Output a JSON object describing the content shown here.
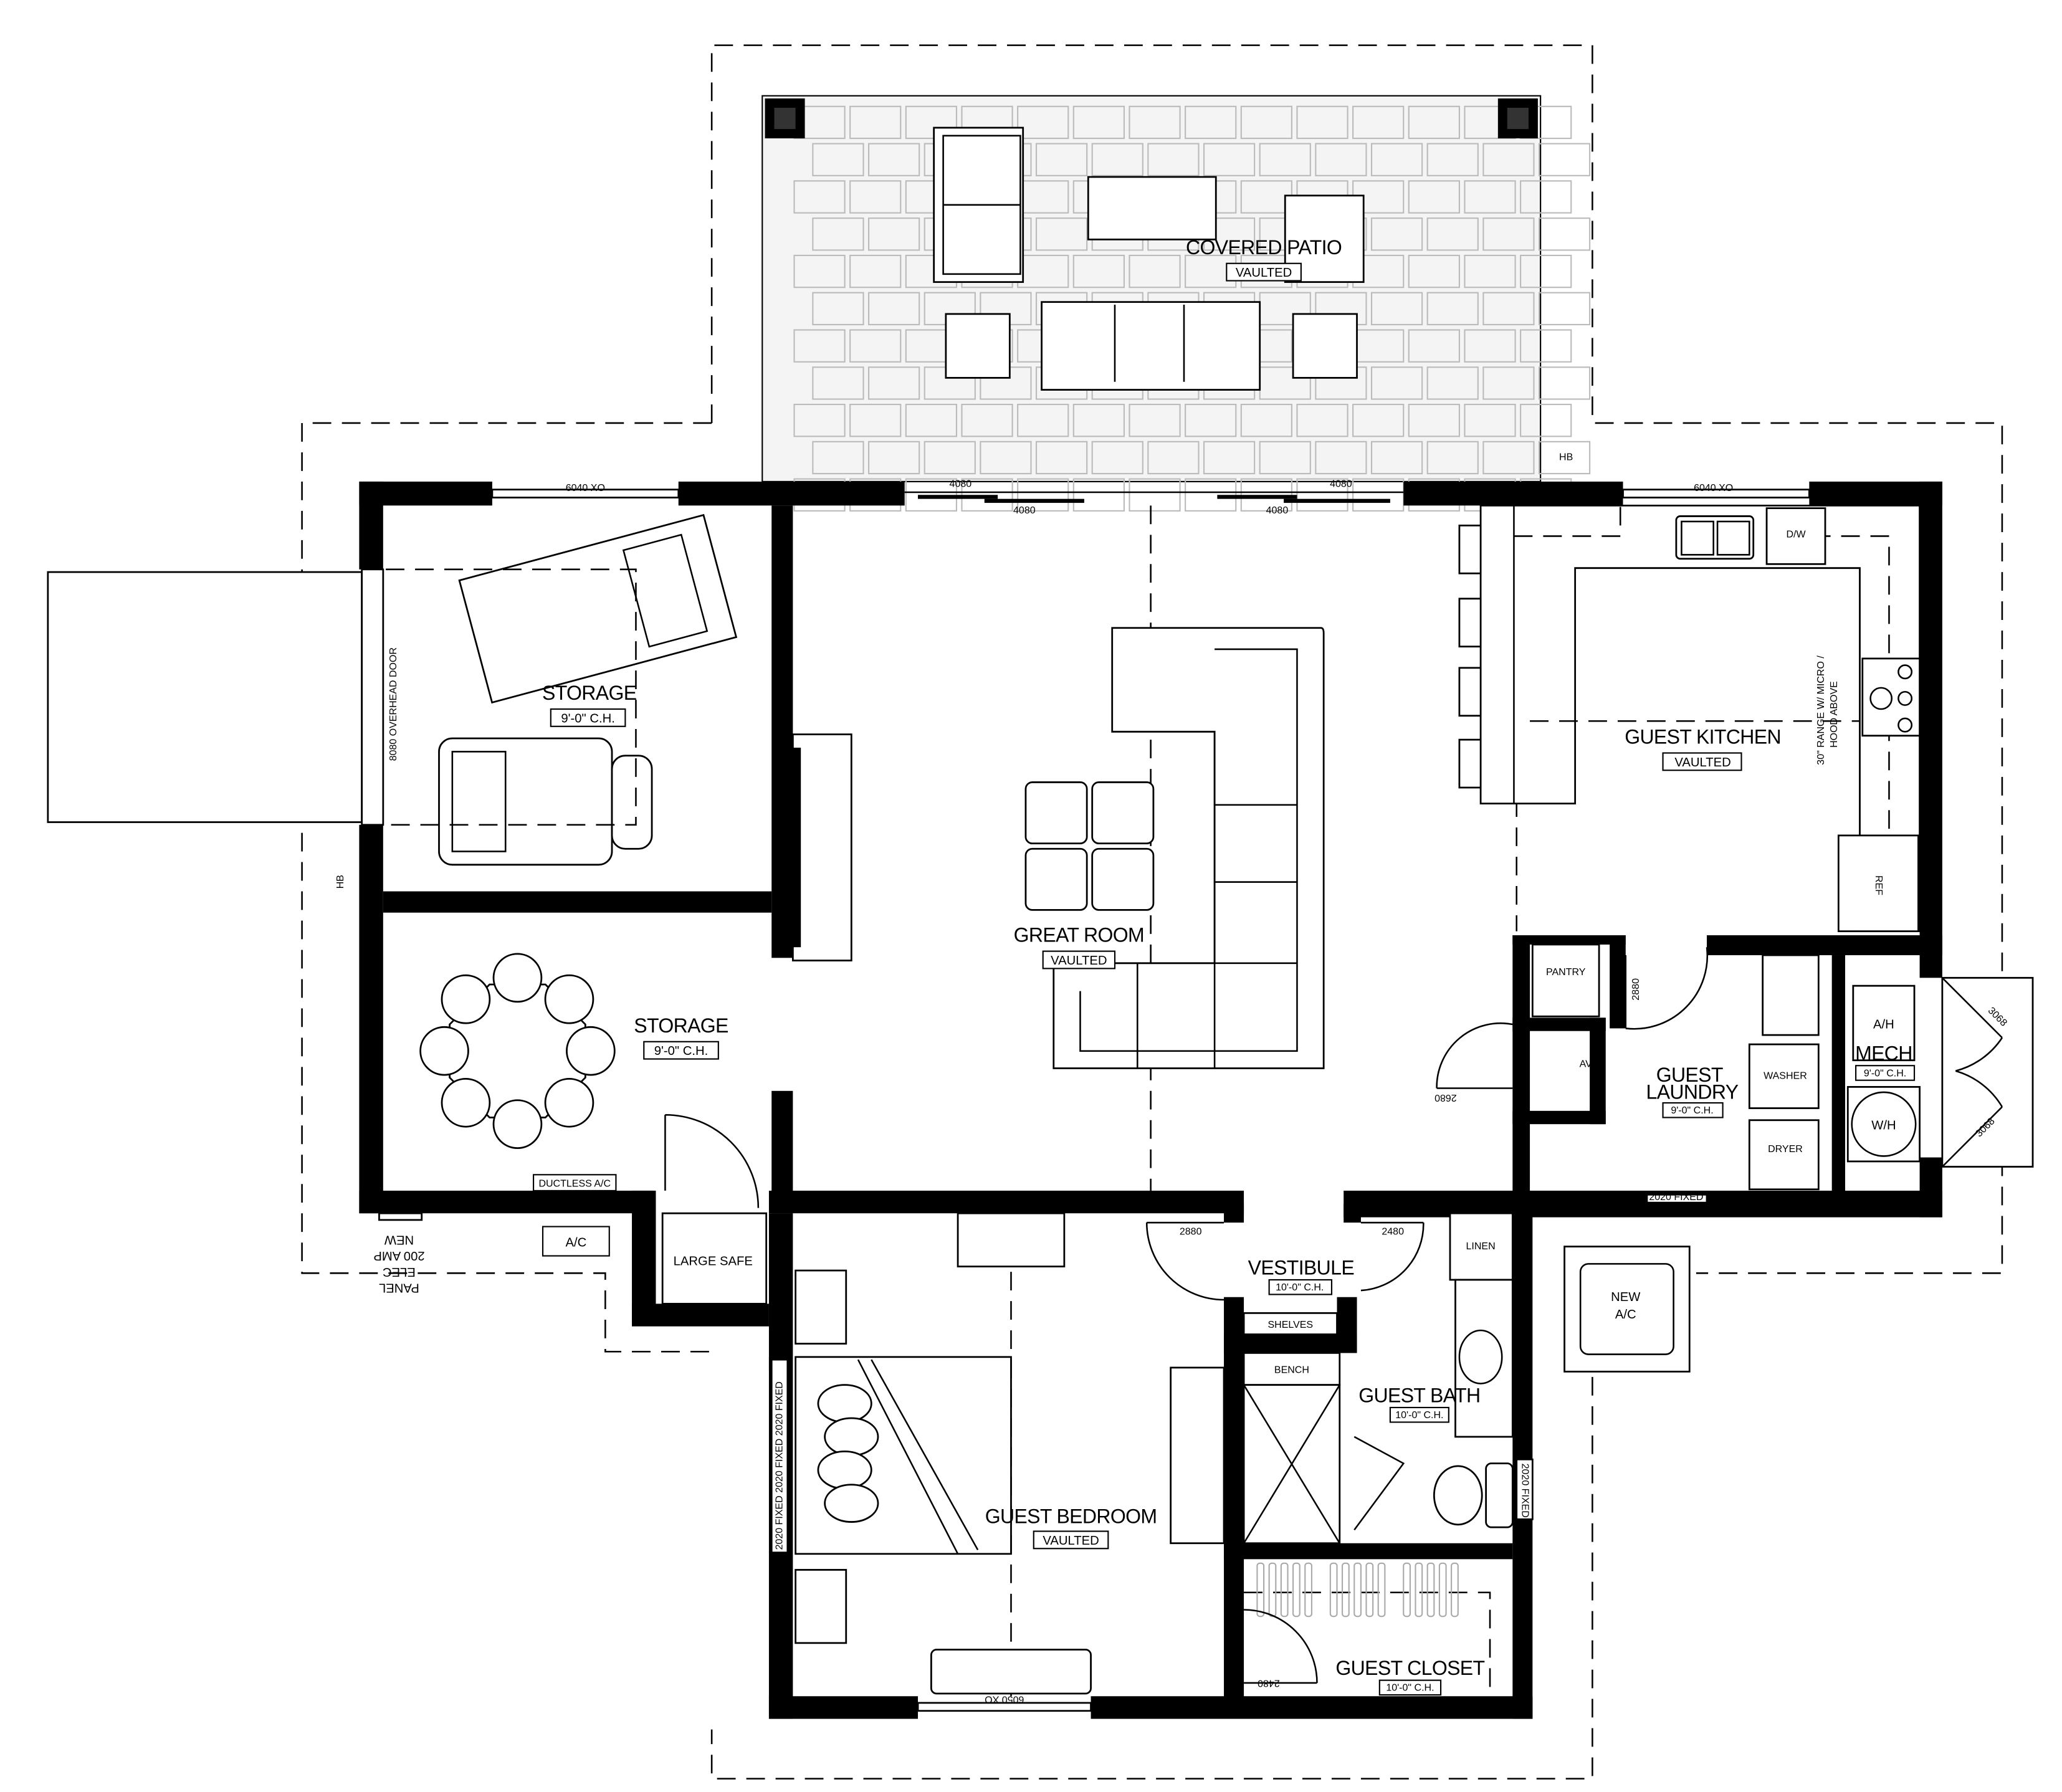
{
  "rooms": {
    "covered_patio": {
      "name": "COVERED PATIO",
      "sub": "VAULTED"
    },
    "storage_1": {
      "name": "STORAGE",
      "sub": "9'-0\" C.H."
    },
    "storage_2": {
      "name": "STORAGE",
      "sub": "9'-0\" C.H."
    },
    "great_room": {
      "name": "GREAT ROOM",
      "sub": "VAULTED"
    },
    "guest_kitchen": {
      "name": "GUEST KITCHEN",
      "sub": "VAULTED"
    },
    "guest_laundry": {
      "name1": "GUEST",
      "name2": "LAUNDRY",
      "sub": "9'-0\" C.H."
    },
    "mech": {
      "name": "MECH",
      "sub": "9'-0\" C.H."
    },
    "vestibule": {
      "name": "VESTIBULE",
      "sub": "10'-0\" C.H."
    },
    "guest_bath": {
      "name": "GUEST BATH",
      "sub": "10'-0\" C.H."
    },
    "guest_bedroom": {
      "name": "GUEST BEDROOM",
      "sub": "VAULTED"
    },
    "guest_closet": {
      "name": "GUEST CLOSET",
      "sub": "10'-0\" C.H."
    }
  },
  "fixtures": {
    "dw": "D/W",
    "ref": "REF",
    "range": "30\" RANGE W/ MICRO /",
    "range2": "HOOD ABOVE",
    "pantry": "PANTRY",
    "av": "AV",
    "washer": "WASHER",
    "dryer": "DRYER",
    "ah": "A/H",
    "wh": "W/H",
    "linen": "LINEN",
    "shelves": "SHELVES",
    "bench": "BENCH",
    "large_safe": "LARGE SAFE",
    "ac": "A/C",
    "ductless_ac": "DUCTLESS A/C",
    "new_ac_1": "NEW",
    "new_ac_2": "A/C",
    "panel_1": "NEW",
    "panel_2": "200 AMP",
    "panel_3": "ELEC",
    "panel_4": "PANEL",
    "overhead_door": "8080 OVERHEAD DOOR",
    "hb": "HB"
  },
  "openings": {
    "win_storage": "6040 XO",
    "slider_1_top": "4080",
    "slider_1_bot": "4080",
    "slider_2_top": "4080",
    "slider_2_bot": "4080",
    "win_kitchen": "6040 XO",
    "door_pantry": "2880",
    "door_av": "2680",
    "door_mech_1": "3068",
    "door_mech_2": "3068",
    "win_laundry": "2020 FIXED",
    "door_vest_left": "2880",
    "door_vest_right": "2480",
    "door_closet": "2480",
    "win_bedroom": "6050 XO",
    "win_bed_side": "2020 FIXED  2020 FIXED  2020 FIXED",
    "win_bath": "2020 FIXED"
  }
}
